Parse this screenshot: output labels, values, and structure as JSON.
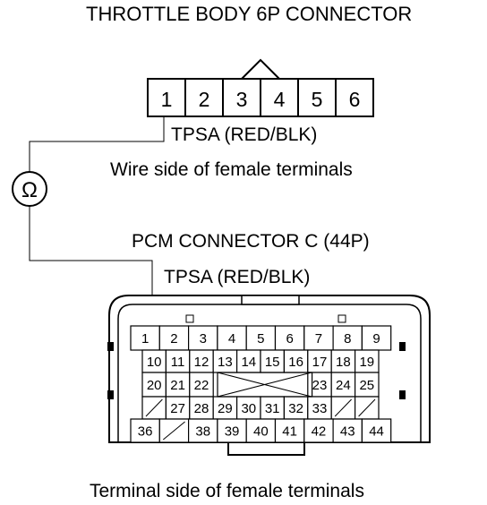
{
  "top_connector": {
    "title": "THROTTLE BODY 6P CONNECTOR",
    "pins": [
      "1",
      "2",
      "3",
      "4",
      "5",
      "6"
    ],
    "wire_label": "TPSA (RED/BLK)",
    "caption": "Wire side of female terminals"
  },
  "meter": {
    "symbol": "Ω"
  },
  "pcm_connector": {
    "title": "PCM CONNECTOR C (44P)",
    "wire_label": "TPSA (RED/BLK)",
    "caption": "Terminal side of female terminals",
    "rows": [
      [
        "1",
        "2",
        "3",
        "4",
        "5",
        "6",
        "7",
        "8",
        "9"
      ],
      [
        "10",
        "11",
        "12",
        "13",
        "14",
        "15",
        "16",
        "17",
        "18",
        "19"
      ],
      [
        "20",
        "21",
        "22",
        "",
        "",
        "",
        "",
        "23",
        "24",
        "25"
      ],
      [
        "",
        "27",
        "28",
        "29",
        "30",
        "31",
        "32",
        "33",
        "",
        ""
      ],
      [
        "36",
        "",
        "38",
        "39",
        "40",
        "41",
        "42",
        "43",
        "44"
      ]
    ]
  }
}
